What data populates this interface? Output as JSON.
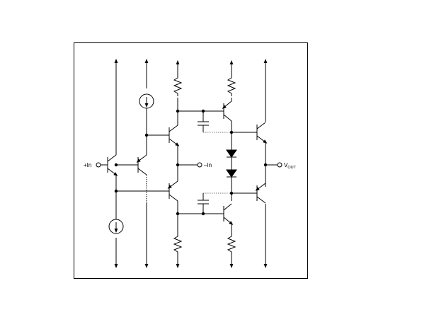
{
  "diagram": {
    "labels": {
      "plus_in": "+In",
      "minus_in": "–In",
      "vout_main": "V",
      "vout_sub": "OUT"
    },
    "colors": {
      "stroke": "#000000",
      "dotted": "#777777",
      "frame": "#000000",
      "background": "#ffffff"
    },
    "components": {
      "current_sources": 2,
      "resistors": 4,
      "capacitors": 2,
      "diodes": 2
    },
    "icons": [
      "current-source-icon",
      "resistor-icon",
      "capacitor-icon",
      "diode-icon",
      "npn-transistor-icon",
      "pnp-transistor-icon",
      "terminal-icon",
      "arrow-icon"
    ]
  }
}
